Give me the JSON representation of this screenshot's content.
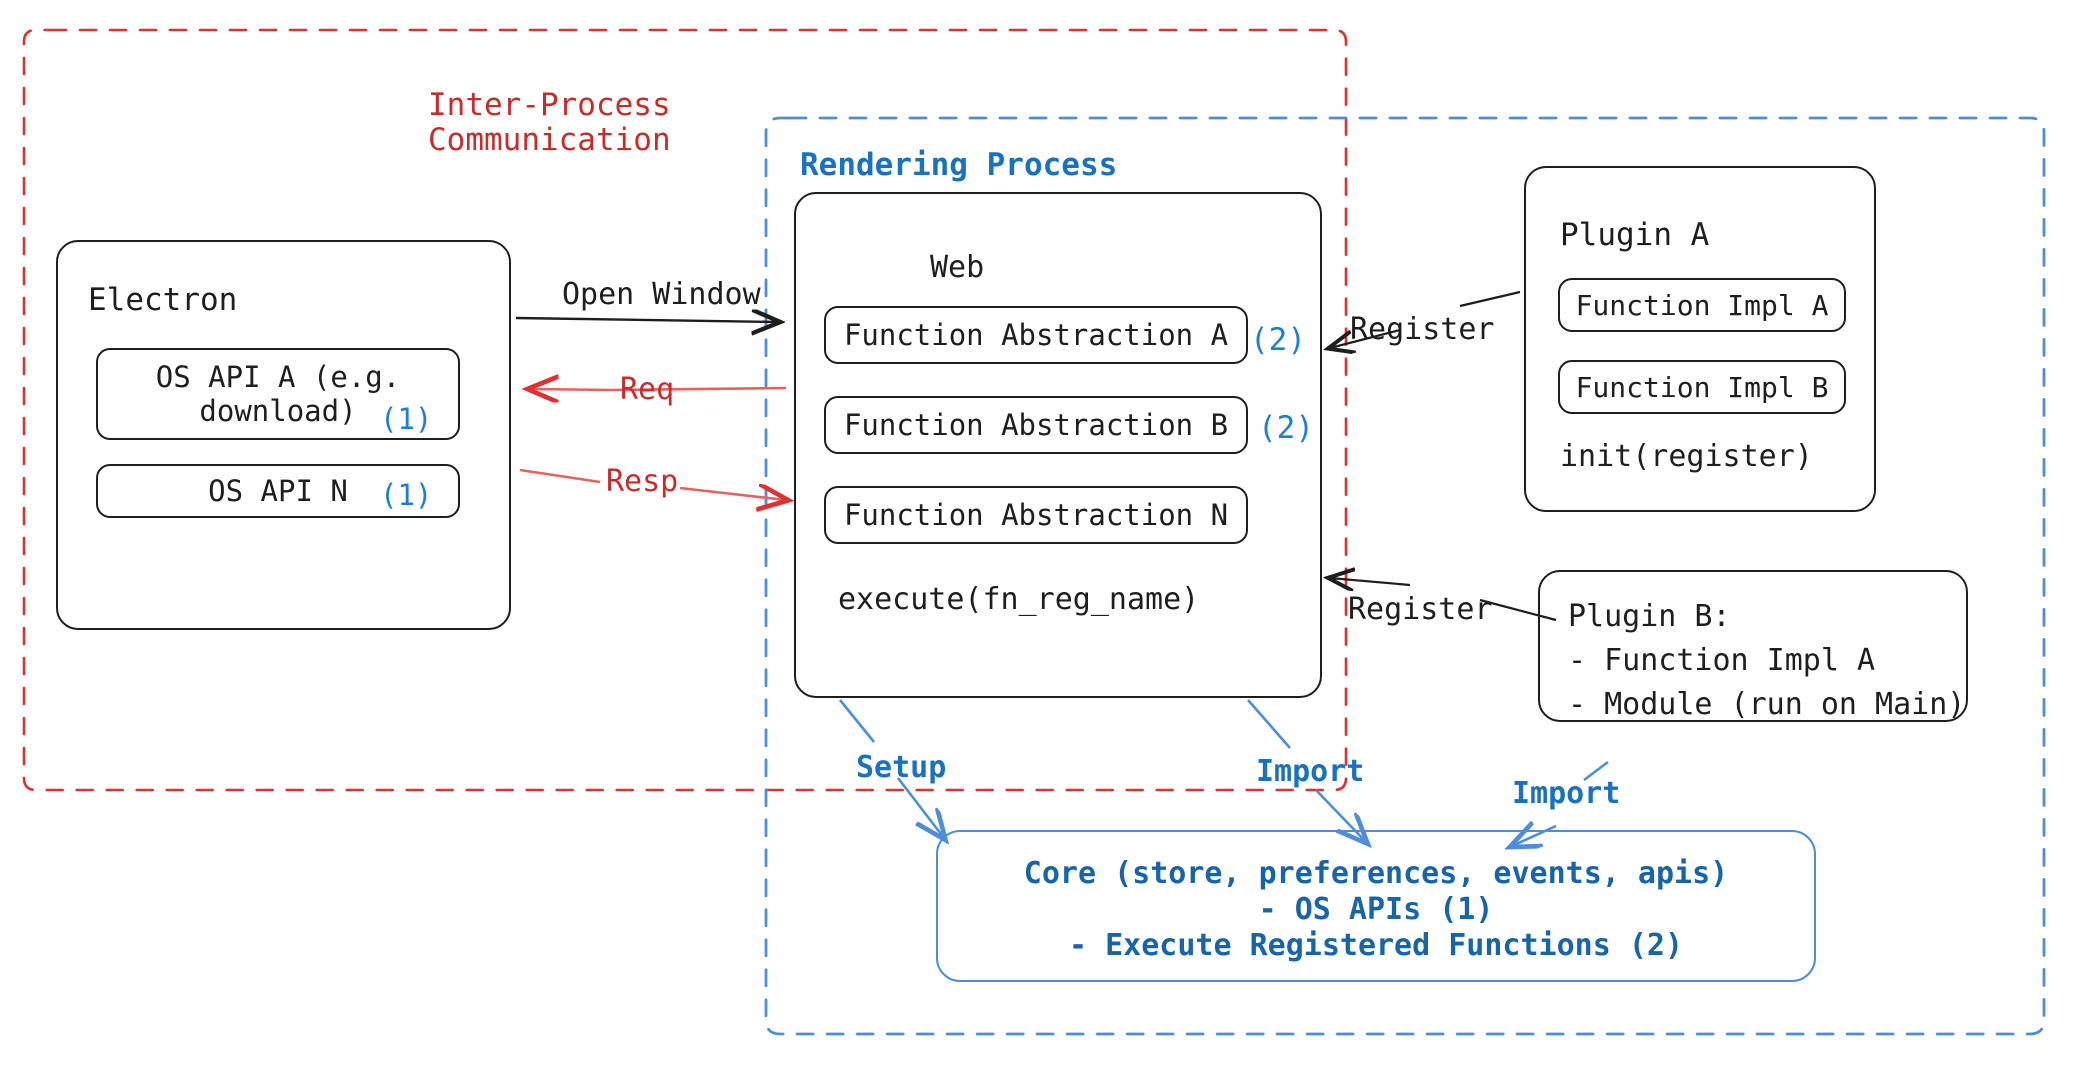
{
  "diagram": {
    "title": "Electron plugin architecture",
    "colors": {
      "ipc_red": "#c92a2a",
      "render_blue": "#1971c2",
      "core_blue": "#1864ab",
      "ink": "#1e1e1e"
    }
  },
  "regions": {
    "ipc": {
      "label_line1": "Inter-Process",
      "label_line2": "Communication"
    },
    "rendering": {
      "label": "Rendering Process"
    }
  },
  "electron": {
    "title": "Electron",
    "apis": [
      {
        "label": "OS API A (e.g.\ndownload)",
        "marker": "(1)"
      },
      {
        "label": "OS API N",
        "marker": "(1)"
      }
    ]
  },
  "web": {
    "title": "Web",
    "abstractions": [
      {
        "label": "Function Abstraction A",
        "marker": "(2)"
      },
      {
        "label": "Function Abstraction B",
        "marker": "(2)"
      },
      {
        "label": "Function Abstraction N",
        "marker": ""
      }
    ],
    "footer": "execute(fn_reg_name)"
  },
  "plugin_a": {
    "title": "Plugin A",
    "items": [
      "Function Impl A",
      "Function Impl B"
    ],
    "footer": "init(register)"
  },
  "plugin_b": {
    "lines": [
      "Plugin B:",
      "- Function Impl A",
      "- Module (run on Main)"
    ]
  },
  "core": {
    "line1": "Core (store, preferences, events, apis)",
    "line2": "- OS APIs (1)",
    "line3": "- Execute Registered Functions (2)"
  },
  "edges": {
    "open_window": "Open Window",
    "req": "Req",
    "resp": "Resp",
    "register_a": "Register",
    "register_b": "Register",
    "setup": "Setup",
    "import_web": "Import",
    "import_plugin": "Import"
  }
}
